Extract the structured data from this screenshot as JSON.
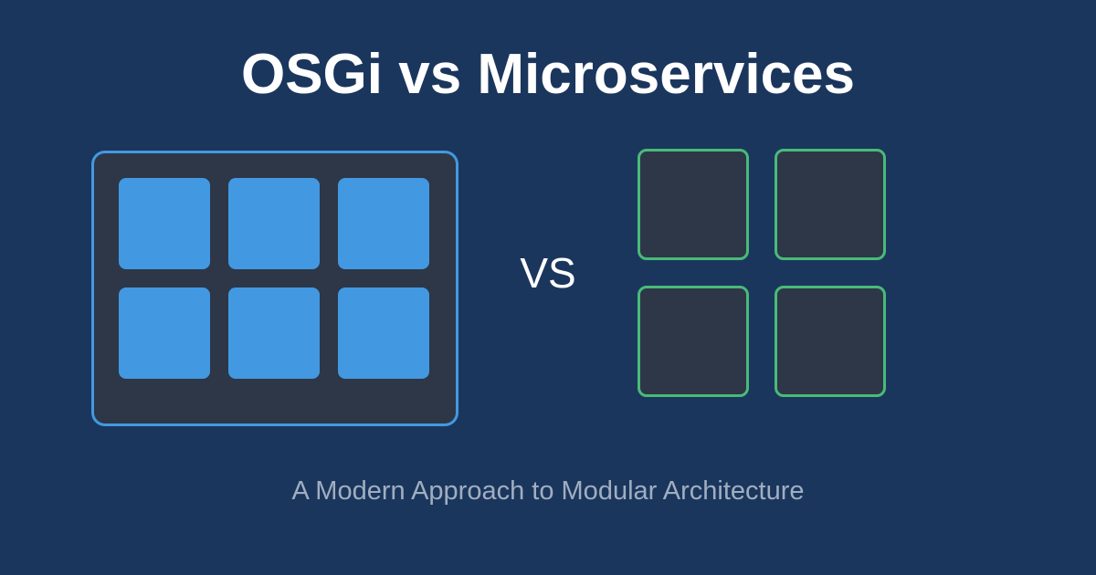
{
  "header": {
    "title": "OSGi vs Microservices"
  },
  "comparison": {
    "separator": "VS"
  },
  "footer": {
    "subtitle": "A Modern Approach to Modular Architecture"
  },
  "osgi_container": {
    "module_count": 6,
    "grid": "3x2"
  },
  "microservices": {
    "service_count": 4,
    "grid": "2x2"
  },
  "colors": {
    "background": "#1b365d",
    "panel": "#2d3748",
    "osgi_accent": "#4299e1",
    "microservice_accent": "#48bb78",
    "subtitle_text": "#a0aec0"
  }
}
